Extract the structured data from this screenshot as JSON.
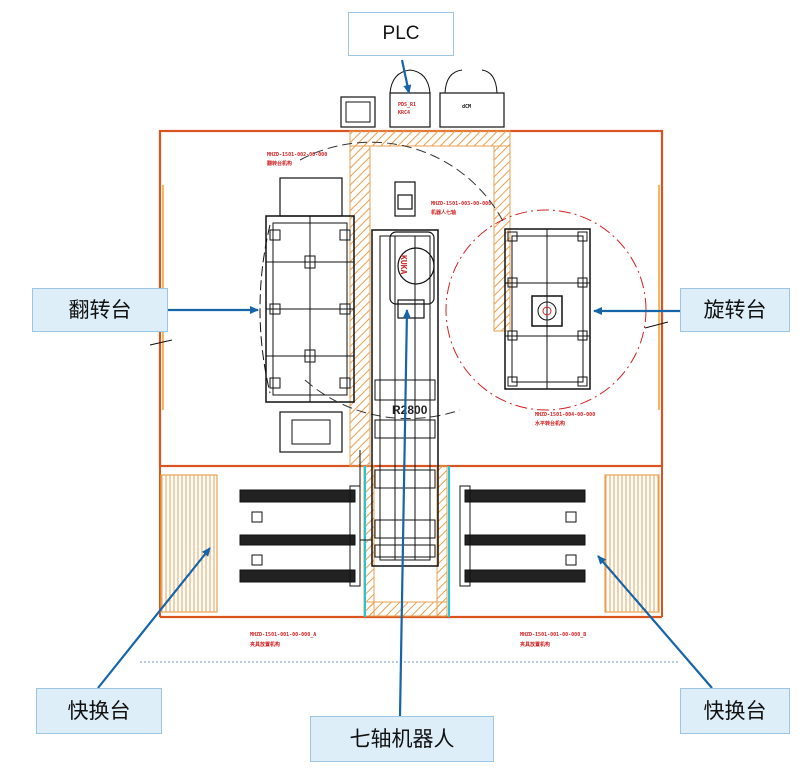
{
  "callouts": {
    "plc": "PLC",
    "flip_table": "翻转台",
    "rotary_table": "旋转台",
    "quick_change_left": "快换台",
    "quick_change_right": "快换台",
    "seventh_axis_robot": "七轴机器人"
  },
  "cad_labels": {
    "plc_cabinet_line1": "PDS_R1",
    "plc_cabinet_line2": "KRC4",
    "right_cabinet": "dCM",
    "flip_code": "MHZD-1501-002-00-000",
    "flip_name": "翻转台机构",
    "robot_code": "MHZD-1501-003-00-000",
    "robot_name": "机器人七轴",
    "robot_brand": "KUKA",
    "rotary_code": "MHZD-1501-004-00-000",
    "rotary_name": "水平转台机构",
    "fixture_left_code": "MHZD-1501-001-00-000_A",
    "fixture_left_name": "夹具放置机构",
    "fixture_right_code": "MHZD-1501-001-00-000_B",
    "fixture_right_name": "夹具放置机构",
    "radius": "R2800"
  },
  "colors": {
    "callout_fill": "#ddeef9",
    "callout_border": "#9cc6e4",
    "arrow": "#1565a8",
    "frame": "#d9541e",
    "hatch": "#e8a050",
    "cad_red": "#d32222",
    "cyan_line": "#22c8d8"
  }
}
